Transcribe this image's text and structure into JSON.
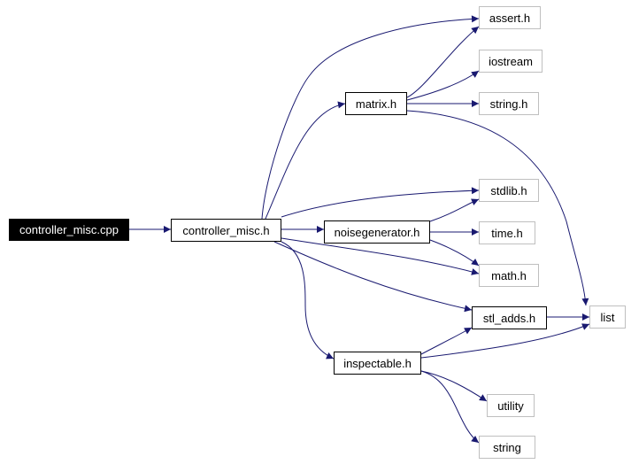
{
  "colors": {
    "edge": "#191970",
    "local_border": "#000000",
    "external_border": "#bfbfbf",
    "root_fill": "#000000",
    "root_text": "#ffffff"
  },
  "nodes": {
    "controller_misc_cpp": "controller_misc.cpp",
    "controller_misc_h": "controller_misc.h",
    "matrix_h": "matrix.h",
    "noisegenerator_h": "noisegenerator.h",
    "inspectable_h": "inspectable.h",
    "stl_adds_h": "stl_adds.h",
    "assert_h": "assert.h",
    "iostream": "iostream",
    "string_h": "string.h",
    "stdlib_h": "stdlib.h",
    "time_h": "time.h",
    "math_h": "math.h",
    "list": "list",
    "utility": "utility",
    "string": "string"
  }
}
